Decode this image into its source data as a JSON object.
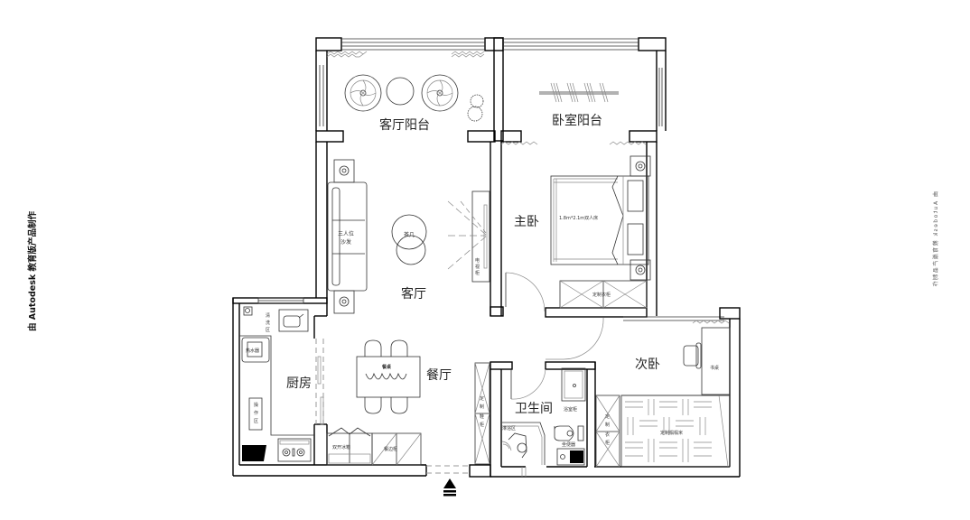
{
  "watermark": {
    "left": "由 Autodesk 教育版产品制作",
    "right": "由 Autodesk 教育版产品制作"
  },
  "rooms": {
    "living_balcony": "客厅阳台",
    "bedroom_balcony": "卧室阳台",
    "master_bedroom": "主卧",
    "living_room": "客厅",
    "kitchen": "厨房",
    "dining": "餐厅",
    "bathroom": "卫生间",
    "second_bedroom": "次卧"
  },
  "furniture": {
    "sofa_line1": "三人位",
    "sofa_line2": "沙发",
    "coffee_table": "茶几",
    "tv_cabinet": [
      "电",
      "视",
      "柜"
    ],
    "bed": "1.8m*2.1m双人床",
    "master_wardrobe": "定制衣柜",
    "wash_area": [
      "清",
      "洗",
      "区"
    ],
    "water_heater": "热水器",
    "prep_area": [
      "操",
      "作",
      "区"
    ],
    "dining_table": "餐桌",
    "fridge": "双开冰箱",
    "sideboard": "餐边柜",
    "shoe_cabinet": [
      "定",
      "制",
      "鞋",
      "柜"
    ],
    "vanity": "浴室柜",
    "shower": "淋浴区",
    "toilet": "坐便器",
    "second_wardrobe": [
      "定",
      "制",
      "衣",
      "柜"
    ],
    "tatami": "定制榻榻米",
    "desk": "书桌"
  },
  "entrance": {
    "symbol": "entrance-arrow-icon"
  }
}
